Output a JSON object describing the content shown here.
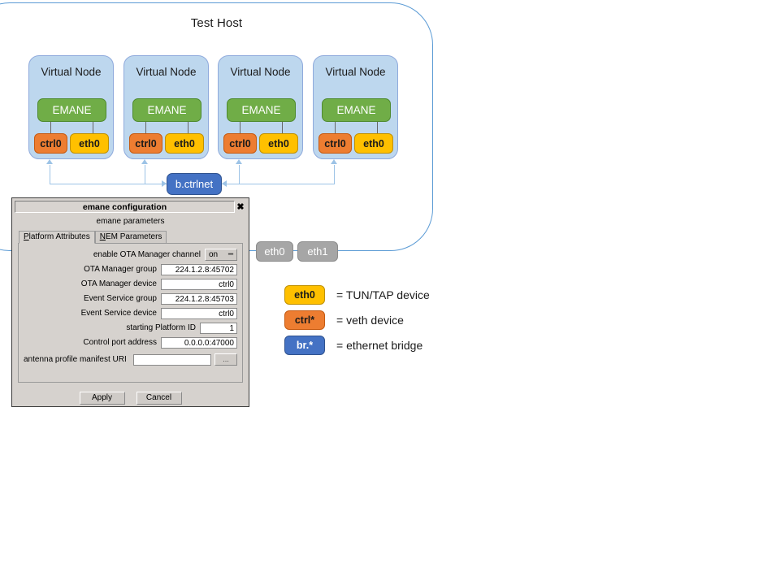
{
  "host": {
    "title": "Test Host",
    "interfaces": [
      {
        "name": "host-eth0",
        "label": "eth0"
      },
      {
        "name": "host-eth1",
        "label": "eth1"
      }
    ]
  },
  "nodes": [
    {
      "title": "Virtual Node",
      "emane": "EMANE",
      "ctrl": "ctrl0",
      "eth": "eth0"
    },
    {
      "title": "Virtual Node",
      "emane": "EMANE",
      "ctrl": "ctrl0",
      "eth": "eth0"
    },
    {
      "title": "Virtual Node",
      "emane": "EMANE",
      "ctrl": "ctrl0",
      "eth": "eth0"
    },
    {
      "title": "Virtual Node",
      "emane": "EMANE",
      "ctrl": "ctrl0",
      "eth": "eth0"
    }
  ],
  "bridge": {
    "label": "b.ctrlnet"
  },
  "legend": [
    {
      "chip": "eth0",
      "desc": "= TUN/TAP device",
      "color": "#FFC000"
    },
    {
      "chip": "ctrl*",
      "desc": "= veth device",
      "color": "#ED7D31"
    },
    {
      "chip": "br.*",
      "desc": "= ethernet bridge",
      "color": "#4472C4"
    }
  ],
  "colors": {
    "host_border": "#5B9BD5",
    "node_fill": "#BDD7EE",
    "emane_green": "#70AD47",
    "tuntap_yellow": "#FFC000",
    "veth_orange": "#ED7D31",
    "bridge_blue": "#4472C4",
    "host_iface_grey": "#A6A6A6",
    "connector_blue": "#9DC3E6"
  },
  "dialog": {
    "title": "emane configuration",
    "close_label": "✖",
    "subtitle": "emane parameters",
    "tabs": [
      {
        "label": "Platform Attributes",
        "mnemonic": "P",
        "rest": "latform Attributes",
        "active": true
      },
      {
        "label": "NEM Parameters",
        "mnemonic": "N",
        "rest": "EM Parameters",
        "active": false
      }
    ],
    "fields": [
      {
        "label": "enable OTA Manager channel",
        "type": "option",
        "value": "on"
      },
      {
        "label": "OTA Manager group",
        "type": "text",
        "value": "224.1.2.8:45702"
      },
      {
        "label": "OTA Manager device",
        "type": "text",
        "value": "ctrl0"
      },
      {
        "label": "Event Service group",
        "type": "text",
        "value": "224.1.2.8:45703"
      },
      {
        "label": "Event Service device",
        "type": "text",
        "value": "ctrl0"
      },
      {
        "label": "starting Platform ID",
        "type": "text-narrow",
        "value": "1"
      },
      {
        "label": "Control port address",
        "type": "text",
        "value": "0.0.0.0:47000"
      },
      {
        "label": "antenna profile manifest URI",
        "type": "uri",
        "value": "",
        "placeholder": "",
        "browse": "..."
      }
    ],
    "buttons": [
      {
        "label": "Apply"
      },
      {
        "label": "Cancel"
      }
    ]
  }
}
